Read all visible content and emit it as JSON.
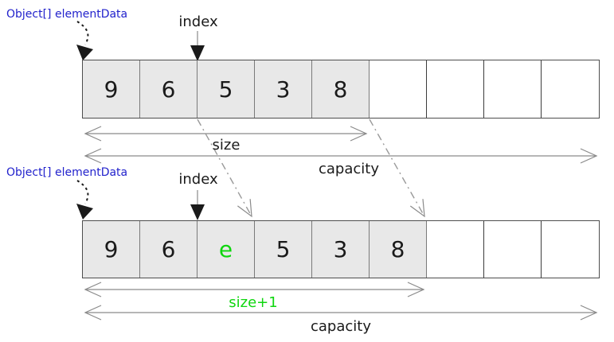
{
  "colors": {
    "pointer_label_blue": "#2222cc",
    "insert_green": "#0fd60f",
    "cell_fill_gray": "#e8e8e8",
    "grid_line": "#7a7a7a",
    "outline": "#4d4d4d",
    "arrow_gray": "#8a8a8a",
    "text_black": "#1a1a1a"
  },
  "top": {
    "pointer_label": "Object[] elementData",
    "index_label": "index",
    "cells": [
      "9",
      "6",
      "5",
      "3",
      "8",
      "",
      "",
      "",
      ""
    ],
    "size_label": "size",
    "capacity_label": "capacity"
  },
  "bottom": {
    "pointer_label": "Object[] elementData",
    "index_label": "index",
    "cells": [
      "9",
      "6",
      "e",
      "5",
      "3",
      "8",
      "",
      "",
      ""
    ],
    "size_label": "size+1",
    "capacity_label": "capacity"
  }
}
